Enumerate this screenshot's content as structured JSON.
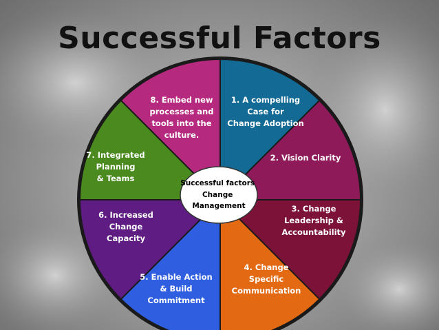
{
  "title": "Successful Factors",
  "center": {
    "lines": [
      "Successful factors",
      "Change",
      "Management"
    ]
  },
  "segments": [
    {
      "id": "seg-1",
      "color": "#136a94",
      "lines": [
        "1. A compelling",
        "Case for",
        "Change Adoption"
      ]
    },
    {
      "id": "seg-2",
      "color": "#8e1a5a",
      "lines": [
        "2. Vision Clarity"
      ]
    },
    {
      "id": "seg-3",
      "color": "#7c1238",
      "lines": [
        "3. Change",
        "Leadership &",
        "Accountability"
      ]
    },
    {
      "id": "seg-4",
      "color": "#e36a12",
      "lines": [
        "4. Change",
        "Specific",
        "Communication"
      ]
    },
    {
      "id": "seg-5",
      "color": "#2f5ee0",
      "lines": [
        "5. Enable Action",
        "& Build",
        "Commitment"
      ]
    },
    {
      "id": "seg-6",
      "color": "#5f1c82",
      "lines": [
        "6. Increased",
        "Change",
        "Capacity"
      ]
    },
    {
      "id": "seg-7",
      "color": "#4a8a1f",
      "lines": [
        "7. Integrated",
        "Planning",
        "& Teams"
      ]
    },
    {
      "id": "seg-8",
      "color": "#b5297f",
      "lines": [
        "8. Embed new",
        "processes and",
        "tools into the",
        "culture."
      ]
    }
  ]
}
